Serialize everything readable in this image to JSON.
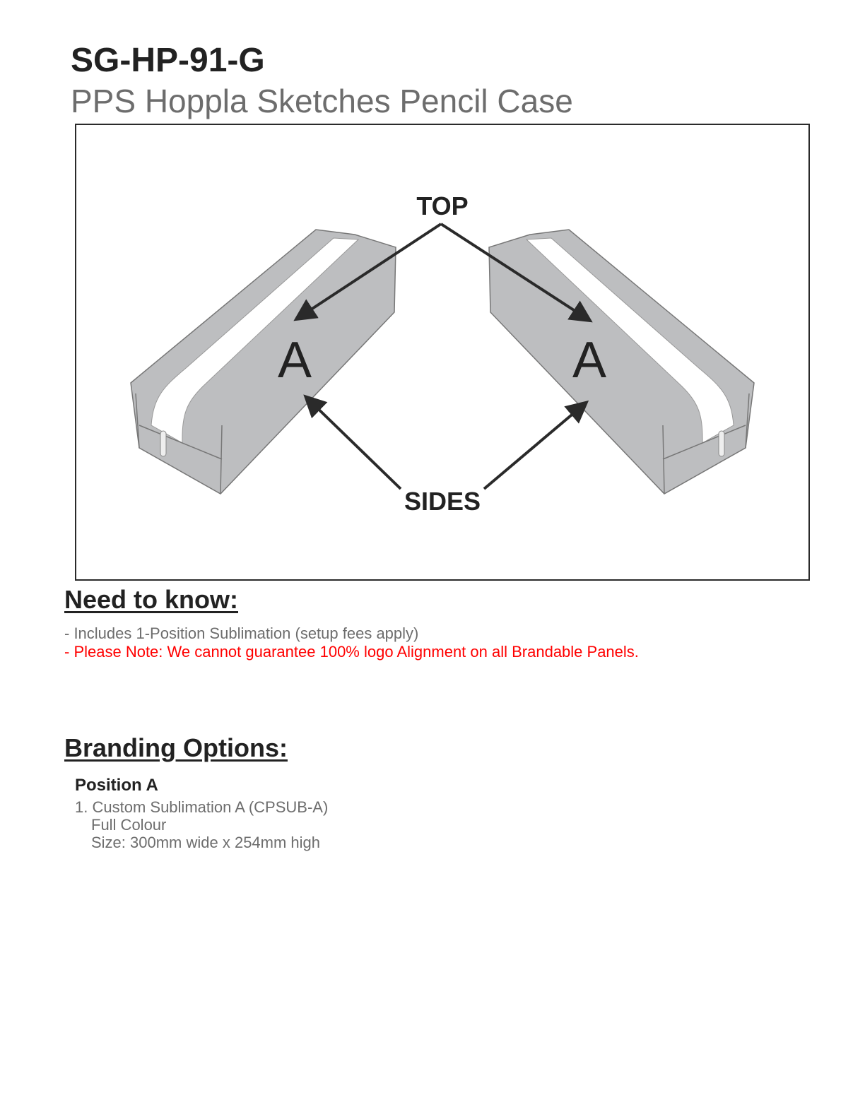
{
  "header": {
    "code": "SG-HP-91-G",
    "title": "PPS Hoppla Sketches Pencil Case"
  },
  "diagram": {
    "top_label": "TOP",
    "sides_label": "SIDES",
    "position_left": "A",
    "position_right": "A",
    "colors": {
      "case": "#bdbec0",
      "zipper": "#ffffff",
      "arrow": "#2a2a2a"
    }
  },
  "need_to_know": {
    "heading": "Need to know:",
    "items": [
      "- Includes 1-Position Sublimation (setup fees apply)",
      "- Please Note: We cannot guarantee 100% logo Alignment on all Brandable Panels."
    ]
  },
  "branding": {
    "heading": "Branding Options:",
    "position": "Position A",
    "option_number": "1.",
    "option_name": "Custom Sublimation A (CPSUB-A)",
    "colour": "Full Colour",
    "size": "Size: 300mm wide x 254mm high"
  }
}
